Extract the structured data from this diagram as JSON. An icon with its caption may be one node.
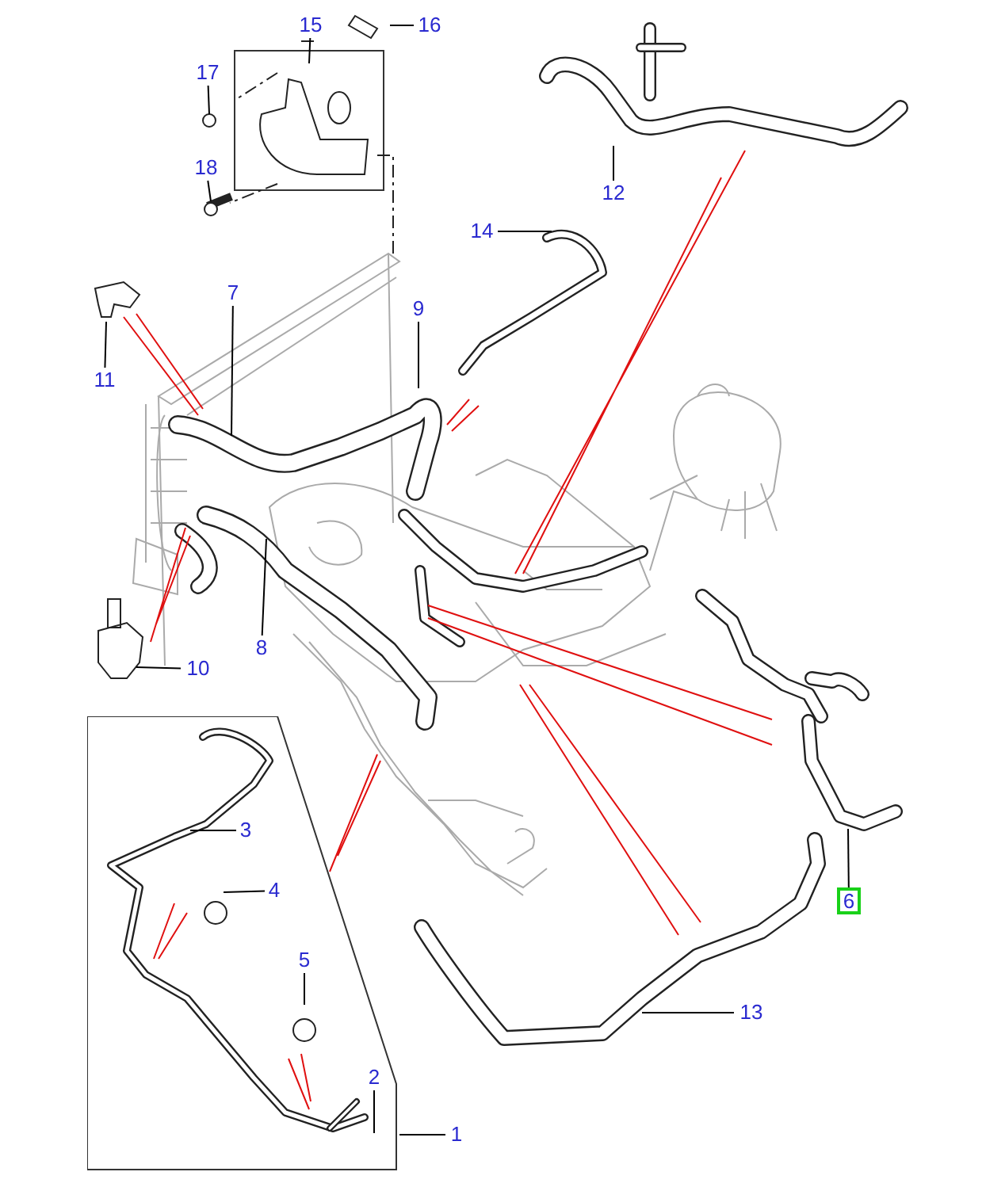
{
  "diagram": {
    "nodes": [
      {
        "text": [],
        "shape": "box"
      },
      {
        "text": [
          "15"
        ]
      },
      {
        "text": [
          "16"
        ]
      },
      {
        "text": [
          "17"
        ]
      },
      {
        "text": [
          "12"
        ]
      },
      {
        "text": [
          "18"
        ]
      },
      {
        "text": [
          "14"
        ]
      },
      {
        "text": [
          "7"
        ]
      },
      {
        "text": [
          "9"
        ]
      },
      {
        "text": [
          "11"
        ]
      },
      {
        "text": [
          "8"
        ]
      },
      {
        "text": [
          "10"
        ]
      },
      {
        "text": [
          "3"
        ],
        "in": 0
      },
      {
        "text": [
          "4"
        ],
        "in": 0
      },
      {
        "text": [
          "5"
        ],
        "in": 0
      },
      {
        "text": [
          "6"
        ]
      },
      {
        "text": [
          "2"
        ],
        "in": 0
      },
      {
        "text": [
          "13"
        ]
      },
      {
        "text": [
          "1"
        ]
      }
    ],
    "edges": [
      {
        "from": 1,
        "to": null,
        "arrow": "none"
      },
      {
        "from": 2,
        "to": null,
        "arrow": "none"
      },
      {
        "from": 3,
        "to": null,
        "arrow": "none"
      },
      {
        "from": 4,
        "to": null,
        "arrow": "none"
      },
      {
        "from": 5,
        "to": null,
        "arrow": "none"
      },
      {
        "from": 6,
        "to": null,
        "arrow": "none"
      },
      {
        "from": 7,
        "to": null,
        "arrow": "none"
      },
      {
        "from": 8,
        "to": null,
        "arrow": "none"
      },
      {
        "from": 9,
        "to": null,
        "arrow": "none"
      },
      {
        "from": 10,
        "to": null,
        "arrow": "none"
      },
      {
        "from": 11,
        "to": null,
        "arrow": "none"
      },
      {
        "from": 12,
        "to": null,
        "arrow": "none"
      },
      {
        "from": 13,
        "to": null,
        "arrow": "none"
      },
      {
        "from": 14,
        "to": null,
        "arrow": "none"
      },
      {
        "from": 15,
        "to": null,
        "arrow": "none"
      },
      {
        "from": 16,
        "to": null,
        "arrow": "none"
      },
      {
        "from": 17,
        "to": null,
        "arrow": "none"
      },
      {
        "from": 18,
        "to": 0,
        "arrow": "none"
      }
    ]
  }
}
